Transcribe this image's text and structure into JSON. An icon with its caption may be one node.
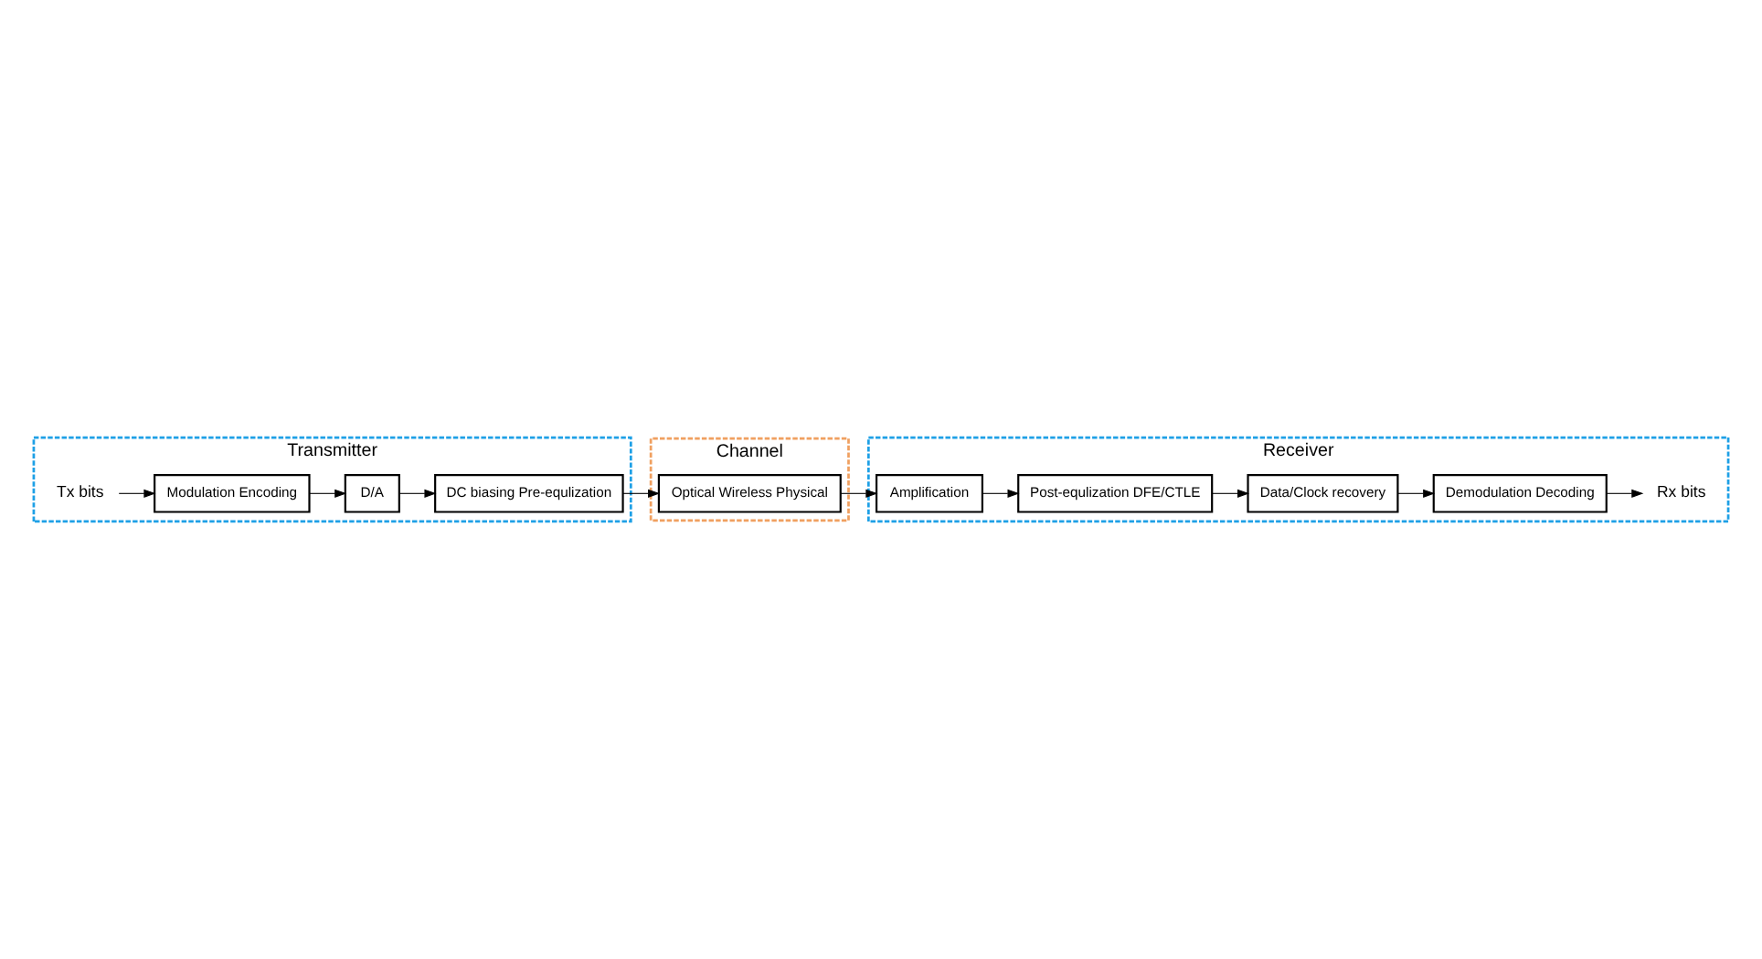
{
  "diagram": {
    "nodes": [
      {
        "text": [
          "Transmitter"
        ]
      },
      {
        "text": [
          "Tx bits"
        ],
        "in": 0
      },
      {
        "text": [
          "Modulation Encoding"
        ],
        "in": 0
      },
      {
        "text": [
          "D/A"
        ],
        "in": 0
      },
      {
        "text": [
          "DC biasing Pre-equlization"
        ],
        "in": 0
      },
      {
        "text": [
          "Channel"
        ]
      },
      {
        "text": [
          "Optical Wireless Physical"
        ],
        "in": 5
      },
      {
        "text": [
          "Receiver"
        ]
      },
      {
        "text": [
          "Amplification"
        ],
        "in": 7
      },
      {
        "text": [
          "Post-equlization DFE/CTLE"
        ],
        "in": 7
      },
      {
        "text": [
          "Data/Clock recovery"
        ],
        "in": 7
      },
      {
        "text": [
          "Demodulation Decoding"
        ],
        "in": 7
      },
      {
        "text": [
          "Rx bits"
        ],
        "in": 7
      }
    ],
    "edges": [
      {
        "from": 1,
        "to": 2,
        "arrow": "to"
      },
      {
        "from": 2,
        "to": 3,
        "arrow": "to"
      },
      {
        "from": 3,
        "to": 4,
        "arrow": "to"
      },
      {
        "from": 4,
        "to": 6,
        "arrow": "to"
      },
      {
        "from": 6,
        "to": 8,
        "arrow": "to"
      },
      {
        "from": 8,
        "to": 9,
        "arrow": "to"
      },
      {
        "from": 9,
        "to": 10,
        "arrow": "to"
      },
      {
        "from": 10,
        "to": 11,
        "arrow": "to"
      },
      {
        "from": 11,
        "to": 12,
        "arrow": "to"
      }
    ]
  }
}
